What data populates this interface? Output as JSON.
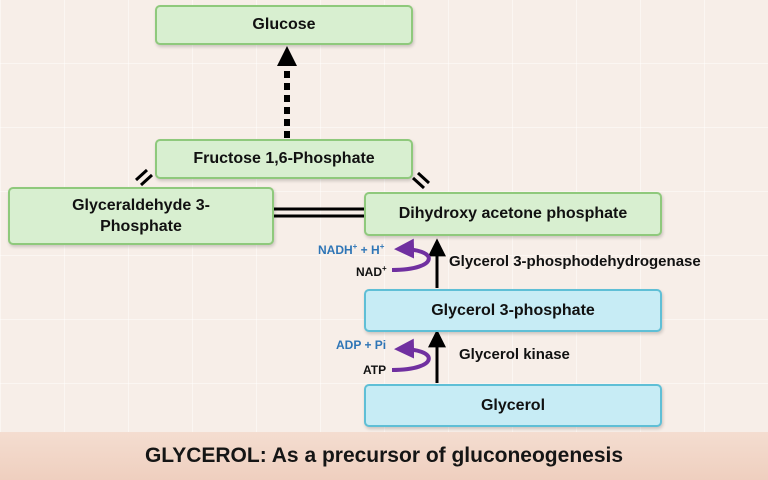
{
  "nodes": {
    "glucose": "Glucose",
    "fructose": "Fructose 1,6-Phosphate",
    "glyceraldehyde_line1": "Glyceraldehyde 3-",
    "glyceraldehyde_line2": "Phosphate",
    "dhap": "Dihydroxy acetone phosphate",
    "glycerol3p": "Glycerol 3-phosphate",
    "glycerol": "Glycerol"
  },
  "enzymes": {
    "dehydrogenase": "Glycerol 3-phosphodehydrogenase",
    "kinase": "Glycerol kinase"
  },
  "cofactors": {
    "nadh_base": "NADH",
    "nadh_sup": "+",
    "nadh_plus": " + H",
    "h_sup": "+",
    "nad_base": "NAD",
    "nad_sup": "+",
    "adp": "ADP + Pi",
    "atp": "ATP"
  },
  "colors": {
    "node_green": "#d8efd0",
    "node_green_border": "#8fc97c",
    "node_blue": "#c7ecf5",
    "node_blue_border": "#5fbfd6",
    "cofactor_arrow": "#7030a0",
    "cofactor_text": "#2e75b6"
  },
  "caption": "GLYCEROL: As a precursor of gluconeogenesis"
}
